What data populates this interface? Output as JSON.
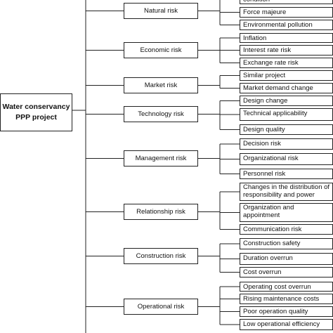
{
  "root": {
    "line1": "Water conservancy",
    "line2": "PPP project"
  },
  "categories": [
    {
      "label": "Natural risk",
      "items": [
        "condition",
        "Force majeure",
        "Environmental pollution"
      ]
    },
    {
      "label": "Economic risk",
      "items": [
        "Inflation",
        "Interest rate risk",
        "Exchange rate risk"
      ]
    },
    {
      "label": "Market risk",
      "items": [
        "Similar project",
        "Market demand change"
      ]
    },
    {
      "label": "Technology risk",
      "items": [
        "Design change",
        "Technical applicability",
        "Design quality"
      ]
    },
    {
      "label": "Management risk",
      "items": [
        "Decision risk",
        "Organizational risk",
        "Personnel risk"
      ]
    },
    {
      "label": "Relationship risk",
      "items": [
        "Changes in the distribution of responsibility and power",
        "Organization and appointment",
        "Communication risk"
      ]
    },
    {
      "label": "Construction risk",
      "items": [
        "Construction safety",
        "Duration overrun",
        "Cost overrun"
      ]
    },
    {
      "label": "Operational risk",
      "items": [
        "Operating cost overrun",
        "Rising maintenance costs",
        "Poor operation quality",
        "Low operational efficiency"
      ]
    }
  ],
  "colors": {
    "line": "#222222",
    "text": "#111111",
    "background": "#ffffff"
  }
}
